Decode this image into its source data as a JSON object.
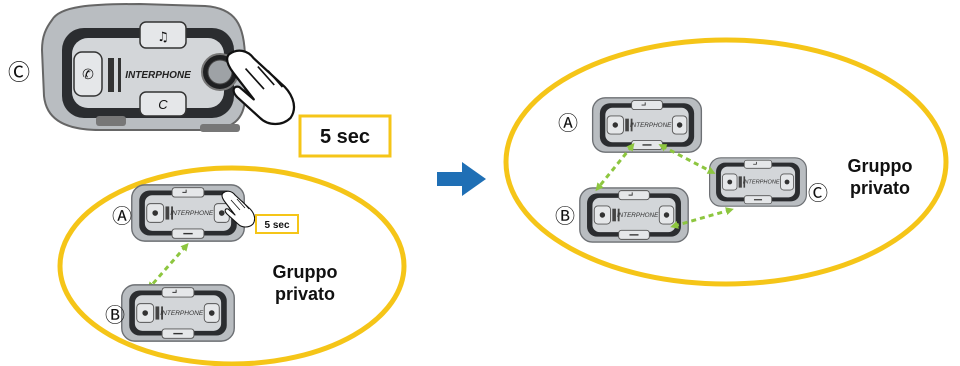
{
  "colors": {
    "ellipse": "#F5C518",
    "link": "#8DC63F",
    "arrow": "#1F6FB5",
    "device_body": "#B9BDC1",
    "device_panel": "#2B2D30",
    "timer_border": "#F5C518"
  },
  "labels": {
    "a": "Ⓐ",
    "b": "Ⓑ",
    "c": "Ⓒ"
  },
  "device": {
    "brand": "INTERPHONE"
  },
  "timer": {
    "large": "5 sec",
    "small": "5 sec"
  },
  "group": {
    "left_line1": "Gruppo",
    "left_line2": "privato",
    "right_line1": "Gruppo",
    "right_line2": "privato"
  },
  "icons": {
    "arrow": "arrow-right-icon",
    "hand": "pointing-hand-icon",
    "music": "music-note-icon",
    "phone": "phone-icon",
    "intercom": "intercom-icon",
    "link": "dashed-link-icon"
  }
}
